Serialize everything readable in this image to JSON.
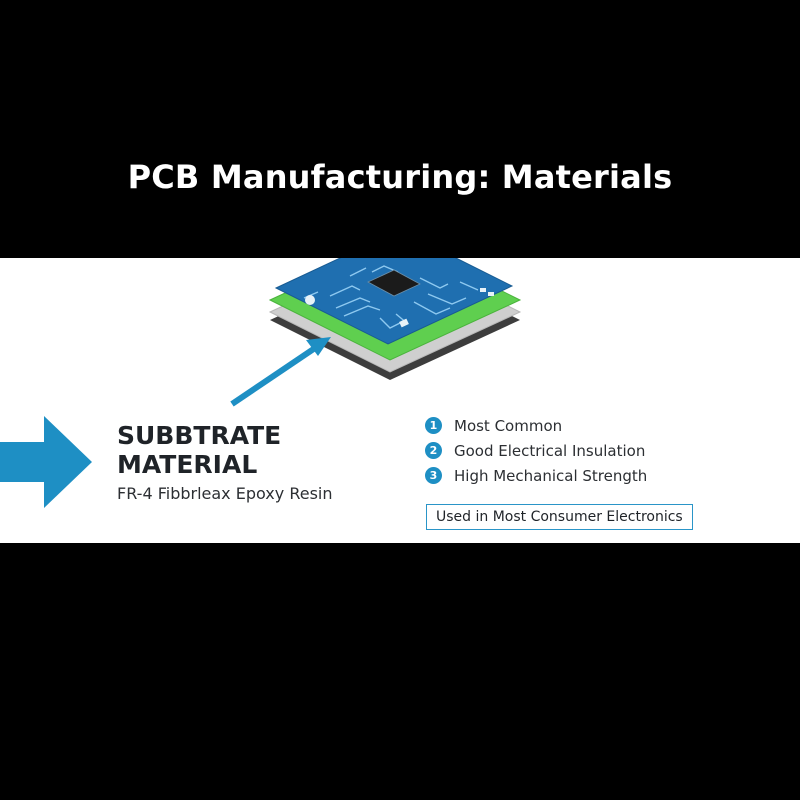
{
  "title": "PCB Manufacturing: Materials",
  "substrate": {
    "heading_line1": "SUBBTRATE",
    "heading_line2": "MATERIAL",
    "subtitle": "FR-4 Fibbrleax Epoxy Resin"
  },
  "features": [
    {
      "num": "1",
      "label": "Most Common"
    },
    {
      "num": "2",
      "label": "Good Electrical Insulation"
    },
    {
      "num": "3",
      "label": "High Mechanical Strength"
    }
  ],
  "note": "Used in Most Consumer Electronics",
  "colors": {
    "accent": "#1e8fc4",
    "pcb_blue": "#1f6fb0",
    "pcb_green": "#5fcf4f",
    "layer_gray": "#c9c9c9",
    "layer_dark": "#3d3d3d"
  }
}
